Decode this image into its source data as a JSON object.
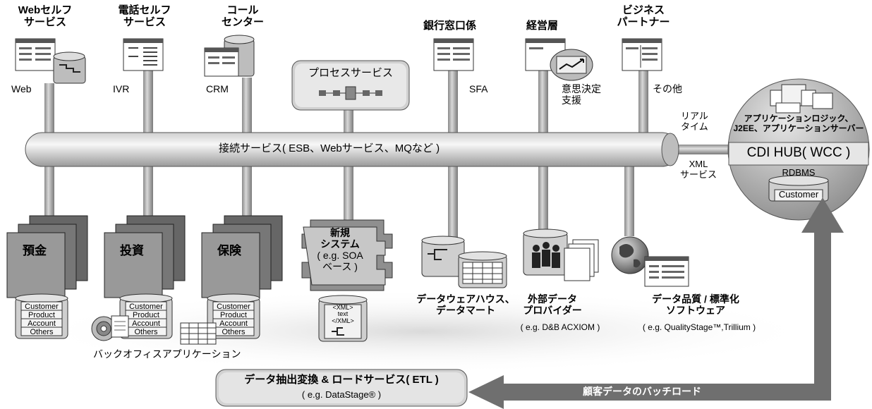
{
  "top_labels": {
    "web_self": [
      "Webセルフ",
      "サービス"
    ],
    "tel_self": [
      "電話セルフ",
      "サービス"
    ],
    "call_center": [
      "コール",
      "センター"
    ],
    "bank_teller": "銀行窓口係",
    "management": "経営層",
    "business_partner": [
      "ビジネス",
      "パートナー"
    ]
  },
  "channel_labels": {
    "web": "Web",
    "ivr": "IVR",
    "crm": "CRM",
    "sfa": "SFA",
    "decision": [
      "意思決定",
      "支援"
    ],
    "other": "その他"
  },
  "process_service": "プロセスサービス",
  "bus_label": "接続サービス( ESB、Webサービス、MQなど )",
  "realtime": [
    "リアル",
    "タイム"
  ],
  "xml_service": [
    "XML",
    "サービス"
  ],
  "hub": {
    "app_logic": [
      "アプリケーションロジック、",
      "J2EE、アプリケーションサーバー"
    ],
    "title": "CDI HUB( WCC )",
    "rdbms": "RDBMS",
    "db": "Customer"
  },
  "backends": {
    "deposit": "預金",
    "investment": "投資",
    "insurance": "保険",
    "new_system": [
      "新規",
      "システム",
      "( e.g. SOA",
      "ベース )"
    ],
    "dw": [
      "データウェアハウス、",
      "データマート"
    ],
    "ext_provider": [
      "外部データ",
      "プロバイダー"
    ],
    "ext_provider_eg": "( e.g. D&B ACXIOM )",
    "quality": [
      "データ品質 / 標準化",
      "ソフトウェア"
    ],
    "quality_eg": "( e.g. QualityStage™,Trillium )"
  },
  "db_rows": [
    "Customer",
    "Product",
    "Account",
    "Others"
  ],
  "xml_doc": [
    "<XML>",
    "text",
    "</XML>"
  ],
  "back_office": "バックオフィスアプリケーション",
  "etl": {
    "title": "データ抽出変換 & ロードサービス( ETL )",
    "eg": "( e.g. DataStage® )"
  },
  "batch_load": "顧客データのバッチロード"
}
